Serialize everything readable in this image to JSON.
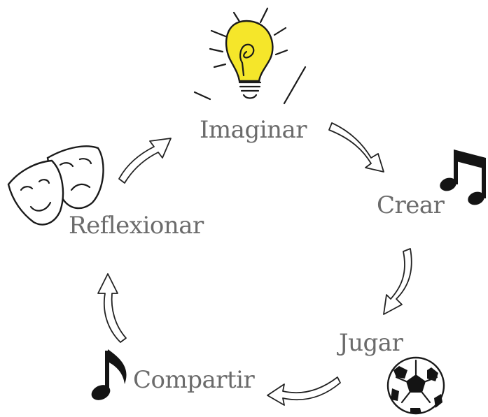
{
  "cycle": {
    "steps": [
      {
        "label": "Imaginar",
        "icon": "lightbulb-icon"
      },
      {
        "label": "Crear",
        "icon": "music-notes-icon"
      },
      {
        "label": "Jugar",
        "icon": "soccer-ball-icon"
      },
      {
        "label": "Compartir",
        "icon": "music-note-icon"
      },
      {
        "label": "Reflexionar",
        "icon": "theater-masks-icon"
      }
    ],
    "bulb_color": "#f5e62a",
    "label_color": "#6b6b6b"
  }
}
